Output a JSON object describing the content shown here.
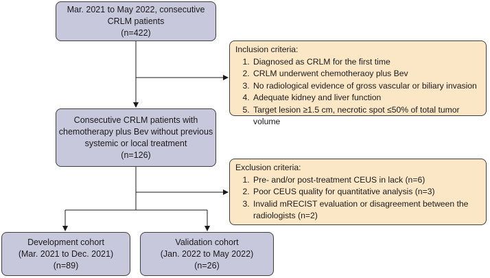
{
  "boxes": {
    "patients": {
      "lines": [
        "Mar. 2021 to May 2022, consecutive",
        "CRLM patients",
        "(n=422)"
      ]
    },
    "consecutive": {
      "lines": [
        "Consecutive CRLM patients with",
        "chemotherapy plus Bev without previous",
        "systemic or local treatment",
        "(n=126)"
      ]
    },
    "development": {
      "lines": [
        "Development cohort",
        "(Mar. 2021 to Dec. 2021)",
        "(n=89)"
      ]
    },
    "validation": {
      "lines": [
        "Validation cohort",
        "(Jan. 2022 to May 2022)",
        "(n=26)"
      ]
    }
  },
  "inclusion": {
    "title": "Inclusion criteria:",
    "items": [
      "Diagnosed as CRLM for the first time",
      "CRLM underwent chemotheraoy plus Bev",
      "No radiological evidence of gross vascular or biliary invasion",
      "Adequate kidney and liver function",
      "Target lesion ≥1.5 cm, necrotic spot ≤50% of total tumor volume"
    ]
  },
  "exclusion": {
    "title": "Exclusion criteria:",
    "items": [
      "Pre- and/or post-treatment CEUS in lack (n=6)",
      "Poor CEUS quality for quantitative analysis (n=3)",
      "Invalid mRECIST evaluation or disagreement between the radiologists (n=2)"
    ]
  },
  "colors": {
    "process_box": "#c8c8dc",
    "criteria_box": "#fbe7c6",
    "line": "#1a1a1a"
  }
}
